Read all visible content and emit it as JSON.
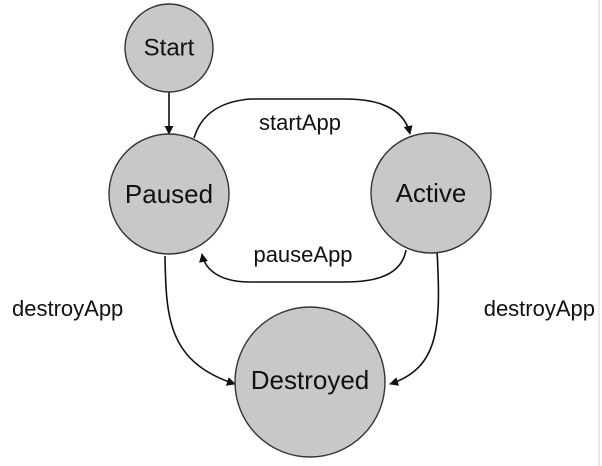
{
  "states": {
    "start": "Start",
    "paused": "Paused",
    "active": "Active",
    "destroyed": "Destroyed"
  },
  "transitions": {
    "start_app": "startApp",
    "pause_app": "pauseApp",
    "destroy_from_paused": "destroyApp",
    "destroy_from_active": "destroyApp"
  },
  "colors": {
    "state_fill": "#c8c8c8",
    "state_stroke": "#333333",
    "edge": "#111111"
  }
}
